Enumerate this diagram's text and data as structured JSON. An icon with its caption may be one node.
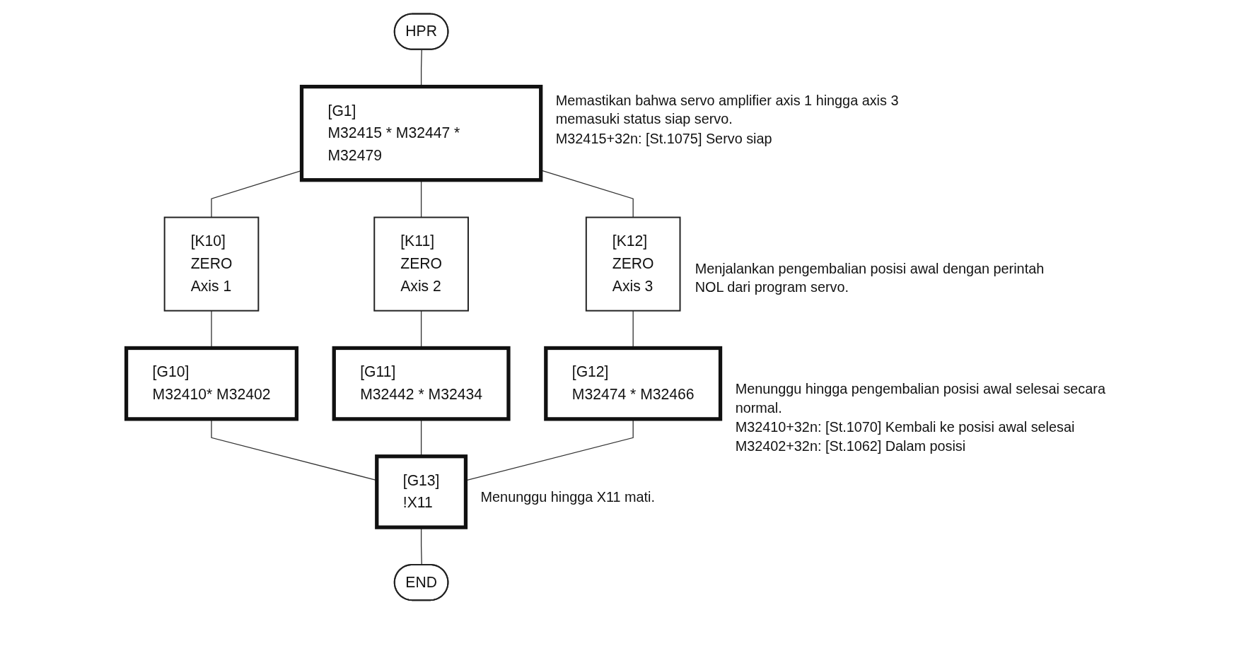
{
  "diagram": {
    "nodes": [
      {
        "text": [
          "HPR"
        ]
      },
      {
        "text": [
          "[G1]",
          "M32415 * M32447 * M32479"
        ],
        "beside": [
          "Memastikan bahwa servo amplifier axis 1 hingga axis 3 memasuki status siap servo.",
          "M32415+32n: [St.1075] Servo siap"
        ]
      },
      {
        "text": [
          "[K10]",
          "ZERO",
          "Axis 1"
        ]
      },
      {
        "text": [
          "[K11]",
          "ZERO",
          "Axis 2"
        ]
      },
      {
        "text": [
          "[K12]",
          "ZERO",
          "Axis 3"
        ],
        "beside": [
          "Menjalankan pengembalian posisi awal dengan perintah NOL dari program servo."
        ]
      },
      {
        "text": [
          "[G10]",
          "M32410* M32402"
        ]
      },
      {
        "text": [
          "[G11]",
          "M32442 * M32434"
        ]
      },
      {
        "text": [
          "[G12]",
          "M32474 * M32466"
        ],
        "beside": [
          "Menunggu hingga pengembalian posisi awal selesai secara normal.",
          "M32410+32n: [St.1070] Kembali ke posisi awal selesai",
          "M32402+32n: [St.1062] Dalam posisi"
        ]
      },
      {
        "text": [
          "[G13]",
          "!X11"
        ],
        "beside": [
          "Menunggu hingga X11 mati."
        ]
      },
      {
        "text": [
          "END"
        ]
      }
    ],
    "edges": [
      {
        "from": 0,
        "to": 1,
        "arrow": "none"
      },
      {
        "from": 1,
        "to": 2,
        "arrow": "none"
      },
      {
        "from": 1,
        "to": 3,
        "arrow": "none"
      },
      {
        "from": 1,
        "to": 4,
        "arrow": "none"
      },
      {
        "from": 2,
        "to": 5,
        "arrow": "none"
      },
      {
        "from": 3,
        "to": 6,
        "arrow": "none"
      },
      {
        "from": 4,
        "to": 7,
        "arrow": "none"
      },
      {
        "from": 5,
        "to": 8,
        "arrow": "none"
      },
      {
        "from": 6,
        "to": 8,
        "arrow": "none"
      },
      {
        "from": 7,
        "to": 8,
        "arrow": "none"
      },
      {
        "from": 8,
        "to": 9,
        "arrow": "none"
      }
    ]
  }
}
